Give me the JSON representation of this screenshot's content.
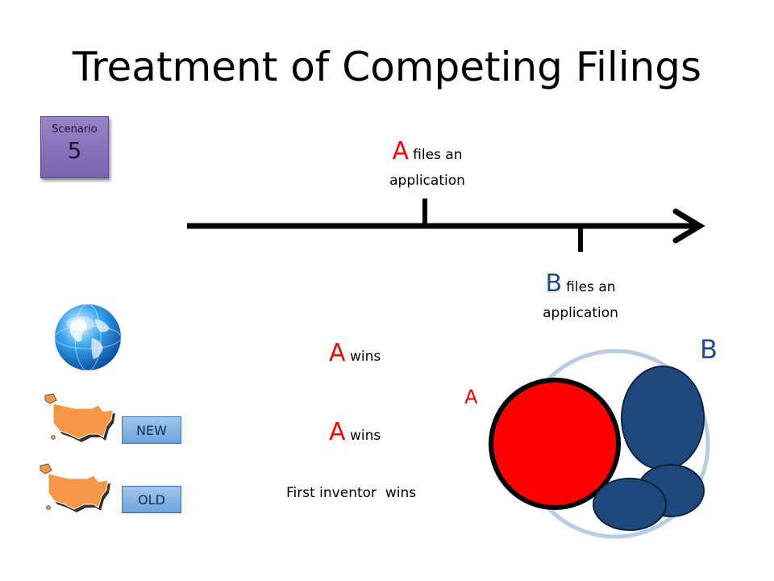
{
  "slide": {
    "title": "Treatment of Competing Filings",
    "scenario": {
      "label": "Scenario",
      "number": "5"
    },
    "events": {
      "a": {
        "letter": "A",
        "text_1": "files an",
        "text_2": "application"
      },
      "b": {
        "letter": "B",
        "text_1": "files an",
        "text_2": "application"
      }
    },
    "outcomes": {
      "world": {
        "letter": "A",
        "text": "wins"
      },
      "new": {
        "letter": "A",
        "text": "wins"
      },
      "old": {
        "text": "First inventor  wins"
      }
    },
    "tags": {
      "new": "NEW",
      "old": "OLD"
    },
    "diagram": {
      "label_a": "A",
      "label_b": "B"
    },
    "colors": {
      "a_red": "#ff0000",
      "b_blue": "#1f497d",
      "outer_circle": "#b8cce4",
      "us_map_orange": "#f79646",
      "scenario_purple": "#8064a2",
      "tag_blue": "#8db4e2"
    },
    "icons": [
      "globe-icon",
      "us-map-icon"
    ]
  }
}
